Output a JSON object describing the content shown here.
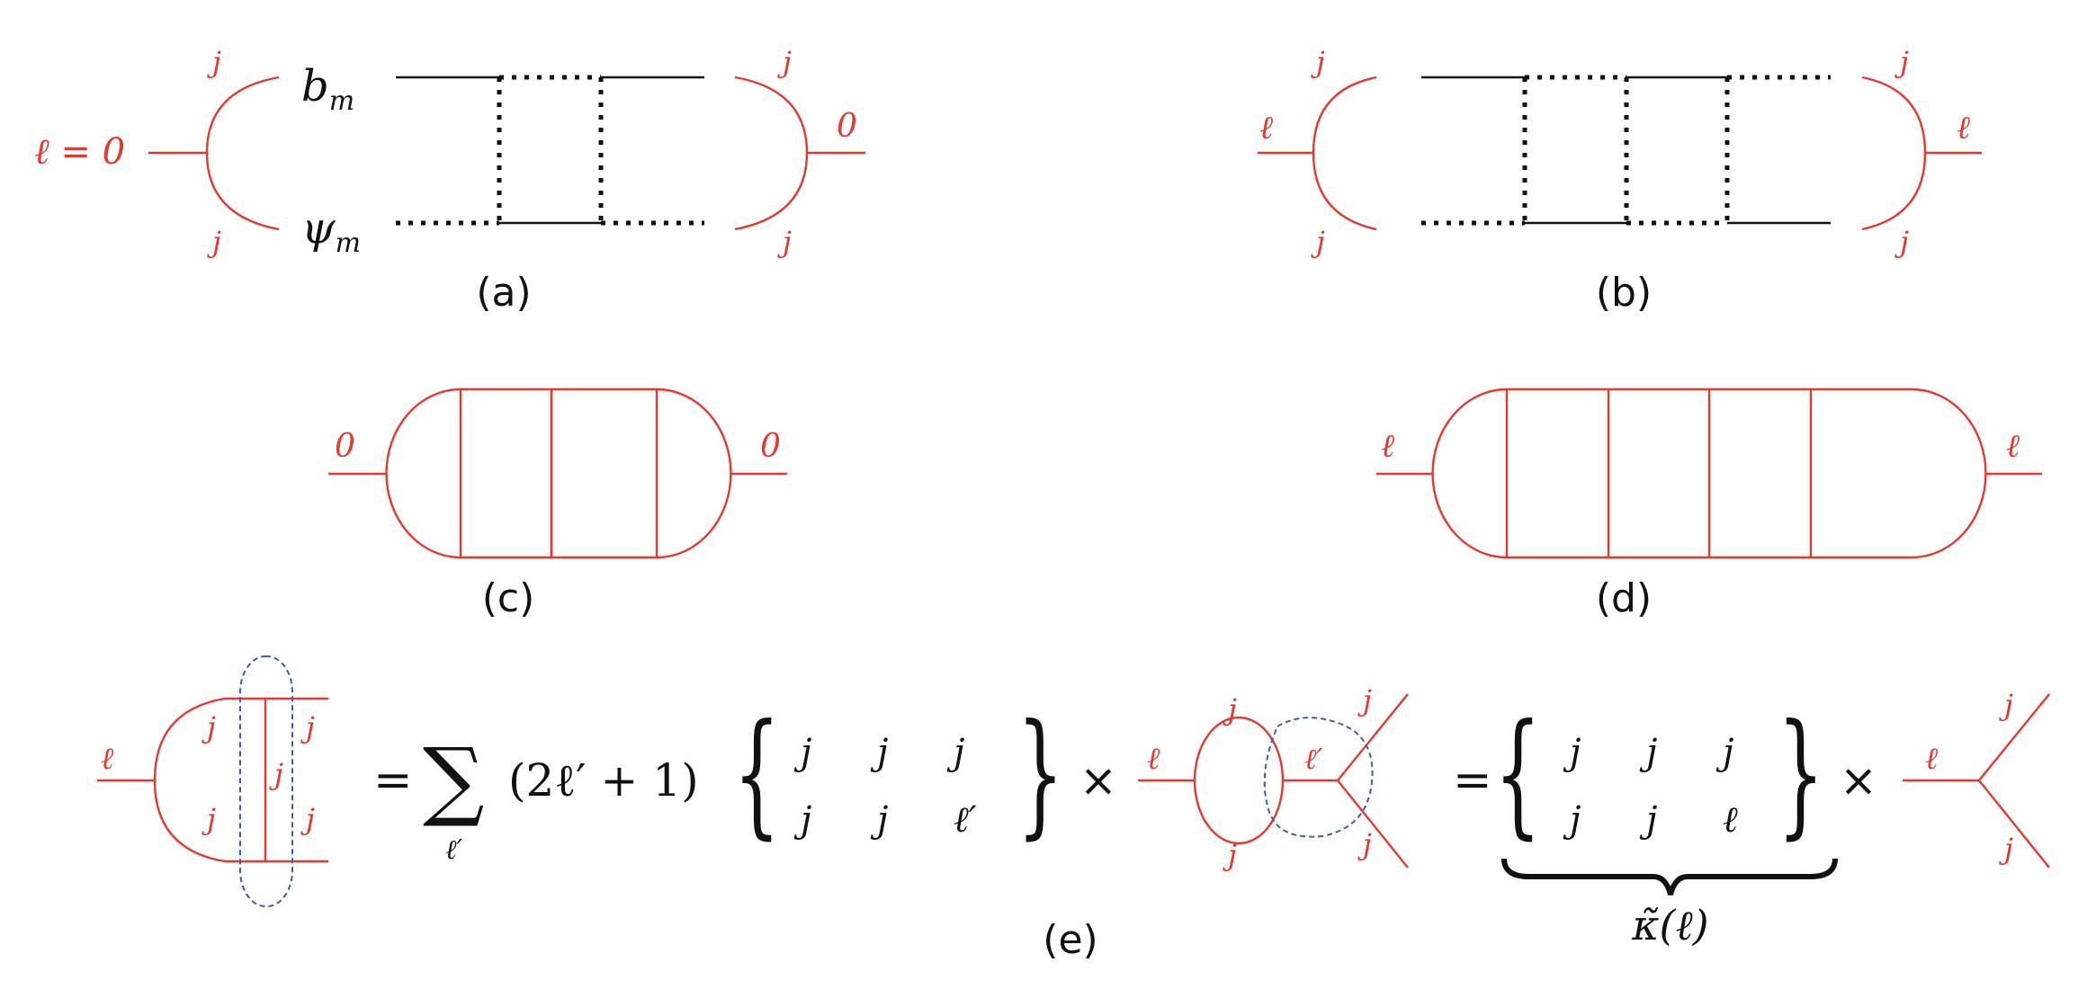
{
  "colors": {
    "diagram_red": "#e8372c",
    "line_black": "#111111",
    "dash_blue": "#3a5fb0",
    "background": "#ffffff"
  },
  "panels": {
    "a": {
      "caption": "(a)",
      "left_label": "ℓ = 0",
      "right_label": "0",
      "spin_labels": [
        "j",
        "j",
        "j",
        "j"
      ],
      "top_field": "b",
      "top_field_sub": "m",
      "bottom_field": "ψ",
      "bottom_field_sub": "m"
    },
    "b": {
      "caption": "(b)",
      "left_label": "ℓ",
      "right_label": "ℓ",
      "spin_labels": [
        "j",
        "j",
        "j",
        "j"
      ]
    },
    "c": {
      "caption": "(c)",
      "left_label": "0",
      "right_label": "0"
    },
    "d": {
      "caption": "(d)",
      "left_label": "ℓ",
      "right_label": "ℓ"
    },
    "e": {
      "caption": "(e)",
      "lhs": {
        "ext_label": "ℓ",
        "inner_labels": [
          "j",
          "j",
          "j",
          "j",
          "j"
        ]
      },
      "equals": "=",
      "sum_symbol": "∑",
      "sum_index": "ℓ′",
      "factor": "(2ℓ′ + 1)",
      "sixj_1": {
        "top": [
          "j",
          "j",
          "j"
        ],
        "bottom": [
          "j",
          "j",
          "ℓ′"
        ]
      },
      "times": "×",
      "mid_diagram": {
        "ext_label": "ℓ",
        "loop_top": "j",
        "loop_bottom": "j",
        "inner_label": "ℓ′",
        "out_top": "j",
        "out_bottom": "j"
      },
      "equals2": "=",
      "sixj_2": {
        "top": [
          "j",
          "j",
          "j"
        ],
        "bottom": [
          "j",
          "j",
          "ℓ"
        ]
      },
      "underbrace_label": "κ̃(ℓ)",
      "times2": "×",
      "rhs_vertex": {
        "ext_label": "ℓ",
        "out_top": "j",
        "out_bottom": "j"
      }
    }
  }
}
